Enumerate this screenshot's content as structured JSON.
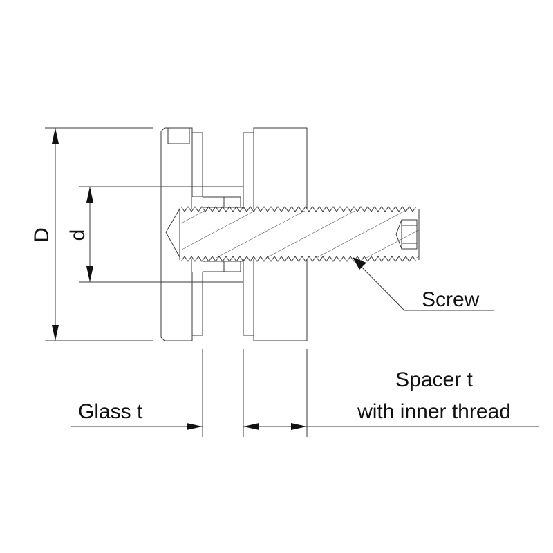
{
  "labels": {
    "outer_diameter": "D",
    "inner_diameter": "d",
    "screw": "Screw",
    "glass_thickness": "Glass t",
    "spacer_line1": "Spacer t",
    "spacer_line2": "with inner thread"
  },
  "colors": {
    "line": "#3a3a3a",
    "text": "#111111",
    "background": "#ffffff"
  }
}
